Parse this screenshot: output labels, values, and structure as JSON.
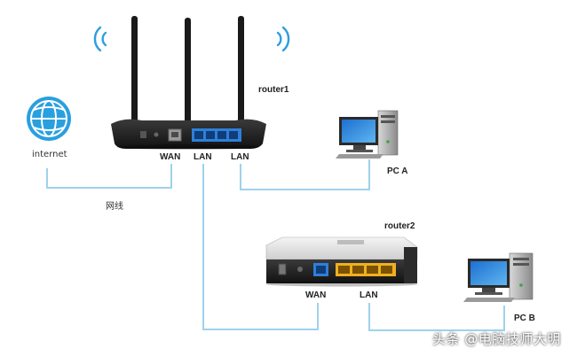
{
  "labels": {
    "router1": "router1",
    "router2": "router2",
    "internet": "internet",
    "wan1": "WAN",
    "lan1a": "LAN",
    "lan1b": "LAN",
    "pc_a": "PC A",
    "cable": "网线",
    "wan2": "WAN",
    "lan2": "LAN",
    "pc_b": "PC B"
  },
  "watermark": {
    "platform": "头条",
    "author": "@电脑技师大明"
  },
  "colors": {
    "cable": "#9ed2ec",
    "globe": "#2a9fe0",
    "port_blue": "#2f7fd8",
    "port_yellow": "#f0b020",
    "router_body": "#1c1c1c"
  },
  "icons": [
    "globe-icon",
    "wifi-icon",
    "router-icon",
    "desktop-pc-icon"
  ]
}
